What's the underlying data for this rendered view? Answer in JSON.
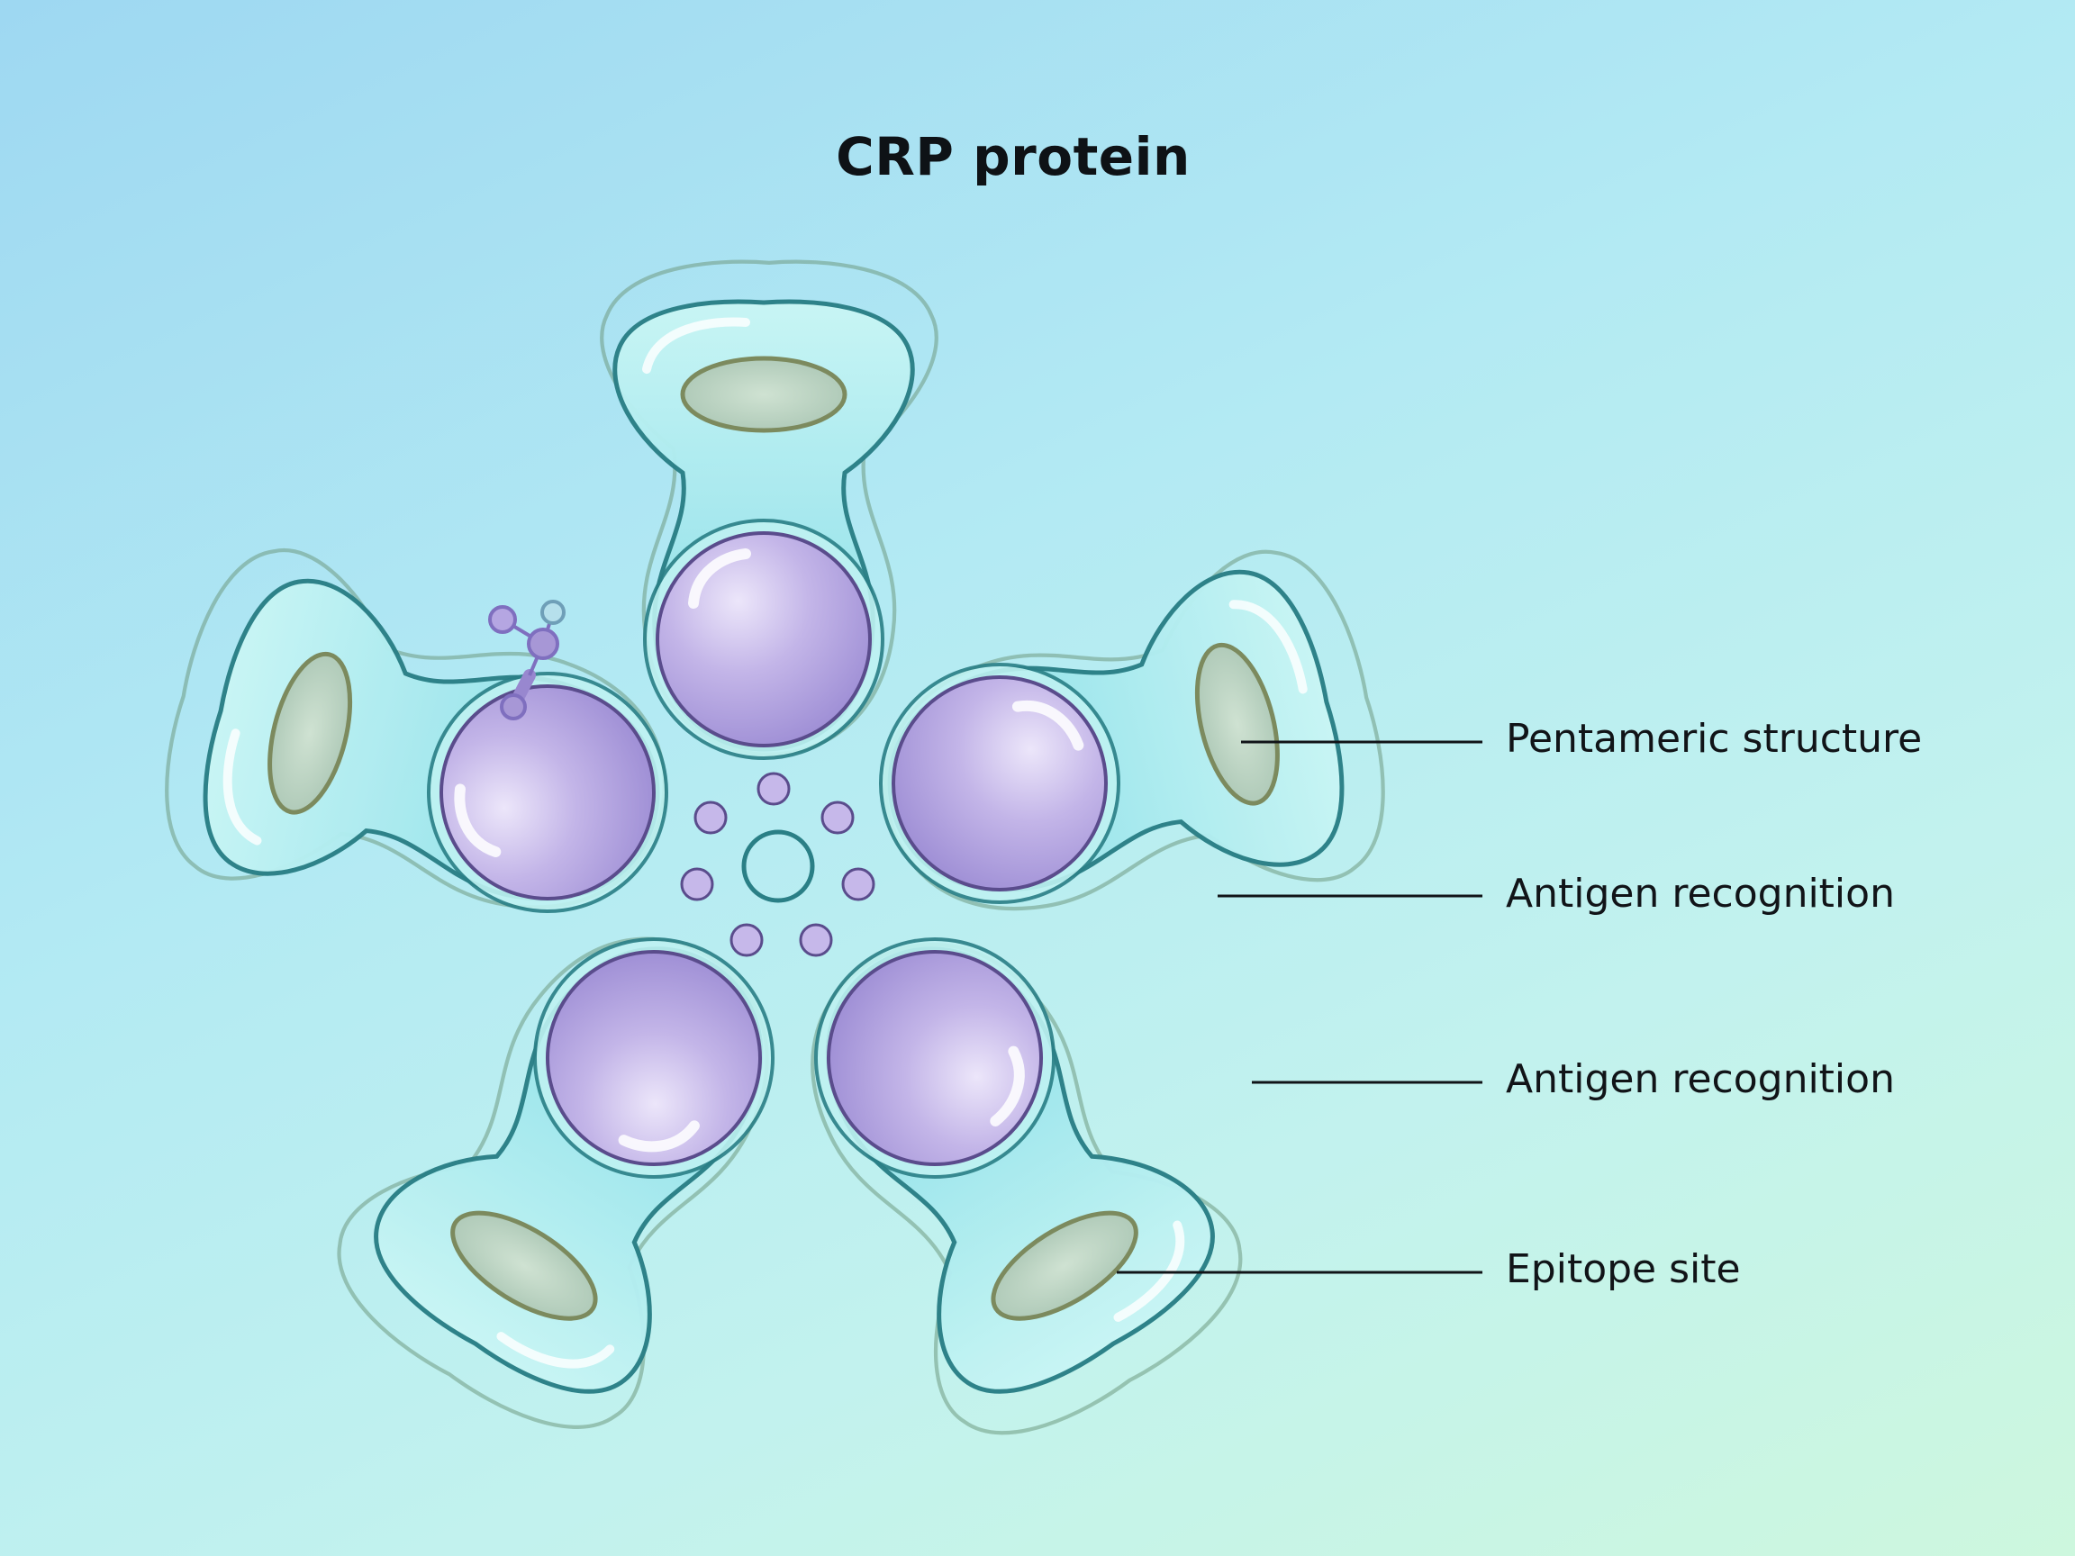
{
  "title": "CRP protein",
  "labels": [
    {
      "id": "pentameric",
      "text": "Pentameric structure"
    },
    {
      "id": "antigen1",
      "text": "Antigen recognition"
    },
    {
      "id": "antigen2",
      "text": "Antigen recognition"
    },
    {
      "id": "epitope",
      "text": "Epitope site"
    }
  ],
  "colors": {
    "subunit_fill": "#a6ecef",
    "subunit_outline": "#2a7f86",
    "core_fill": "#b6a6de",
    "core_outline": "#5a4c8c",
    "site_fill": "#b9d3be",
    "site_outline": "#7c8a5e",
    "ligand": "#a797d6"
  }
}
